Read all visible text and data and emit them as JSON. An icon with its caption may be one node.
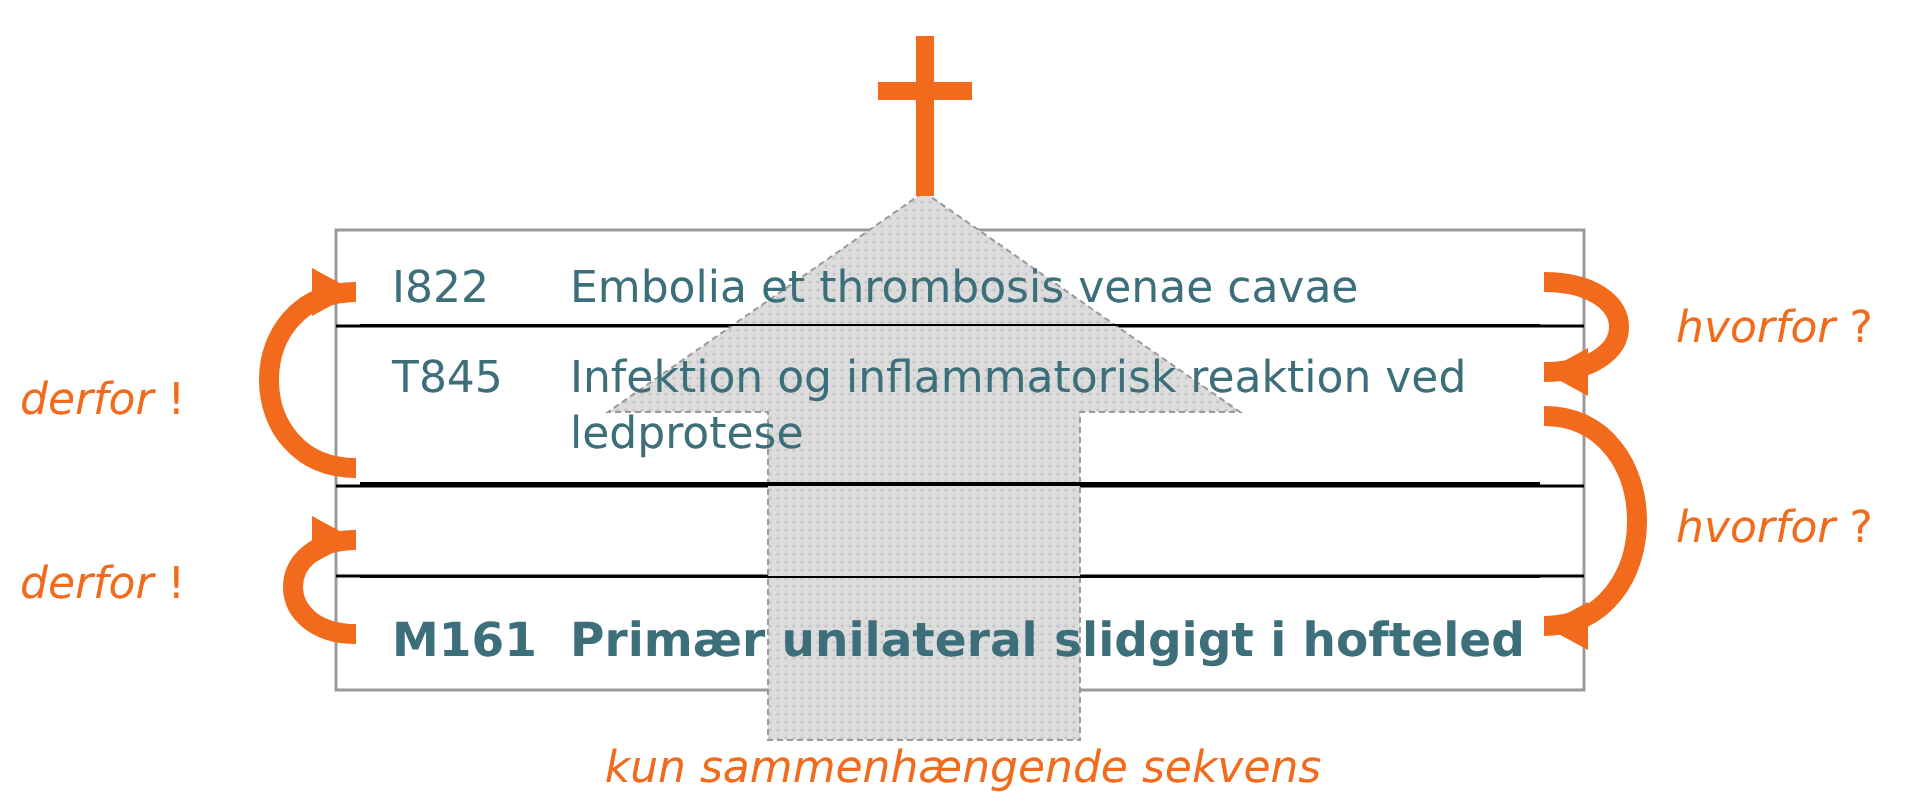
{
  "diagram": {
    "nodes": [
      {
        "text": [
          "I822",
          "Embolia et thrombosis venae cavae"
        ]
      },
      {
        "text": [
          "T845",
          "Infektion og inflammatorisk reaktion ved ledprotese"
        ]
      },
      {
        "text": [],
        "shape": "box"
      },
      {
        "text": [
          "M161",
          "Primær unilateral slidgigt i hofteled"
        ]
      }
    ],
    "edges": [
      {
        "from": 0,
        "to": 1,
        "arrow": "to",
        "label": "*hvorfor* ?"
      },
      {
        "from": 1,
        "to": 3,
        "arrow": "to",
        "label": "*hvorfor* ?"
      },
      {
        "from": 1,
        "to": 0,
        "arrow": "to",
        "label": "*derfor* !"
      },
      {
        "from": 3,
        "to": 2,
        "arrow": "to",
        "label": "*derfor* !"
      }
    ],
    "labels": [
      "kun sammenhængende sekvens"
    ]
  }
}
